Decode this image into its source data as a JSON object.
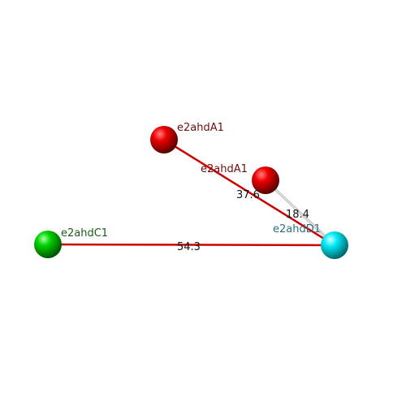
{
  "colors": {
    "background": "#ffffff",
    "red": "#d40000",
    "green": "#00cc00",
    "cyan": "#00e5ee",
    "red_label": "#6b0f0f",
    "green_label": "#1a5c1a",
    "cyan_label": "#2f6f80",
    "distance_line_red": "#cc0000",
    "distance_line_gray": "#b8b8b8",
    "distance_text": "#111111"
  },
  "nodes": {
    "a1_top": {
      "label": "e2ahdA1",
      "color": "red"
    },
    "a1_mid": {
      "label": "e2ahdA1",
      "color": "red"
    },
    "c1": {
      "label": "e2ahdC1",
      "color": "green"
    },
    "d1": {
      "label": "e2ahdD1",
      "color": "cyan"
    }
  },
  "edges": {
    "top_to_d1": {
      "from": "e2ahdA1",
      "to": "e2ahdD1",
      "distance": "37.6"
    },
    "mid_to_d1": {
      "from": "e2ahdA1",
      "to": "e2ahdD1",
      "distance": "18.4"
    },
    "c1_to_d1": {
      "from": "e2ahdC1",
      "to": "e2ahdD1",
      "distance": "54.3"
    }
  }
}
